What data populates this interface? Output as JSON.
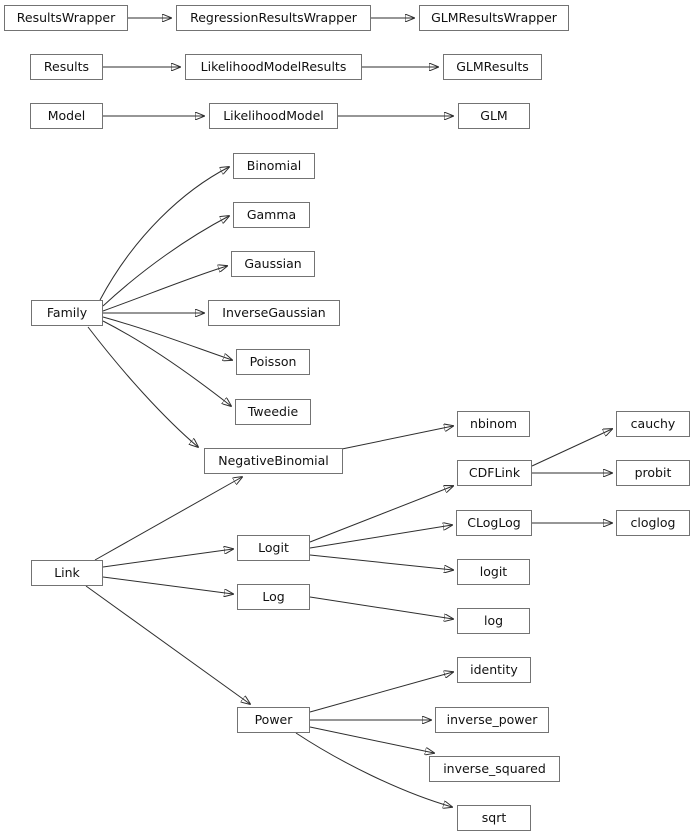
{
  "diagram": {
    "kind": "inheritance-diagram",
    "line_color": "#2e2e2e",
    "node_border_color": "#737373",
    "node_background": "#ffffff",
    "nodes": {
      "resultswrapper": {
        "label": "ResultsWrapper"
      },
      "regressionresultswrapper": {
        "label": "RegressionResultsWrapper"
      },
      "glmresultswrapper": {
        "label": "GLMResultsWrapper"
      },
      "results": {
        "label": "Results"
      },
      "likelihoodmodelresults": {
        "label": "LikelihoodModelResults"
      },
      "glmresults": {
        "label": "GLMResults"
      },
      "model": {
        "label": "Model"
      },
      "likelihoodmodel": {
        "label": "LikelihoodModel"
      },
      "glm": {
        "label": "GLM"
      },
      "family": {
        "label": "Family"
      },
      "binomial": {
        "label": "Binomial"
      },
      "gamma": {
        "label": "Gamma"
      },
      "gaussian": {
        "label": "Gaussian"
      },
      "inversegaussian": {
        "label": "InverseGaussian"
      },
      "poisson": {
        "label": "Poisson"
      },
      "tweedie": {
        "label": "Tweedie"
      },
      "negativebinomial": {
        "label": "NegativeBinomial"
      },
      "link": {
        "label": "Link"
      },
      "logit_class": {
        "label": "Logit"
      },
      "log_class": {
        "label": "Log"
      },
      "power": {
        "label": "Power"
      },
      "nbinom": {
        "label": "nbinom"
      },
      "cdflink": {
        "label": "CDFLink"
      },
      "cloglog_class": {
        "label": "CLogLog"
      },
      "logit_alias": {
        "label": "logit"
      },
      "log_alias": {
        "label": "log"
      },
      "identity": {
        "label": "identity"
      },
      "inverse_power": {
        "label": "inverse_power"
      },
      "inverse_squared": {
        "label": "inverse_squared"
      },
      "sqrt": {
        "label": "sqrt"
      },
      "cauchy": {
        "label": "cauchy"
      },
      "probit": {
        "label": "probit"
      },
      "cloglog_alias": {
        "label": "cloglog"
      }
    },
    "edges": [
      {
        "from": "ResultsWrapper",
        "to": "RegressionResultsWrapper"
      },
      {
        "from": "RegressionResultsWrapper",
        "to": "GLMResultsWrapper"
      },
      {
        "from": "Results",
        "to": "LikelihoodModelResults"
      },
      {
        "from": "LikelihoodModelResults",
        "to": "GLMResults"
      },
      {
        "from": "Model",
        "to": "LikelihoodModel"
      },
      {
        "from": "LikelihoodModel",
        "to": "GLM"
      },
      {
        "from": "Family",
        "to": "Binomial"
      },
      {
        "from": "Family",
        "to": "Gamma"
      },
      {
        "from": "Family",
        "to": "Gaussian"
      },
      {
        "from": "Family",
        "to": "InverseGaussian"
      },
      {
        "from": "Family",
        "to": "Poisson"
      },
      {
        "from": "Family",
        "to": "Tweedie"
      },
      {
        "from": "Family",
        "to": "NegativeBinomial"
      },
      {
        "from": "Link",
        "to": "NegativeBinomial"
      },
      {
        "from": "Link",
        "to": "Logit"
      },
      {
        "from": "Link",
        "to": "Log"
      },
      {
        "from": "Link",
        "to": "Power"
      },
      {
        "from": "Logit",
        "to": "CDFLink"
      },
      {
        "from": "Logit",
        "to": "CLogLog"
      },
      {
        "from": "Logit",
        "to": "logit"
      },
      {
        "from": "Log",
        "to": "log"
      },
      {
        "from": "CDFLink",
        "to": "cauchy"
      },
      {
        "from": "CDFLink",
        "to": "probit"
      },
      {
        "from": "CLogLog",
        "to": "cloglog"
      },
      {
        "from": "NegativeBinomial",
        "to": "nbinom"
      },
      {
        "from": "Power",
        "to": "identity"
      },
      {
        "from": "Power",
        "to": "inverse_power"
      },
      {
        "from": "Power",
        "to": "inverse_squared"
      },
      {
        "from": "Power",
        "to": "sqrt"
      }
    ]
  }
}
